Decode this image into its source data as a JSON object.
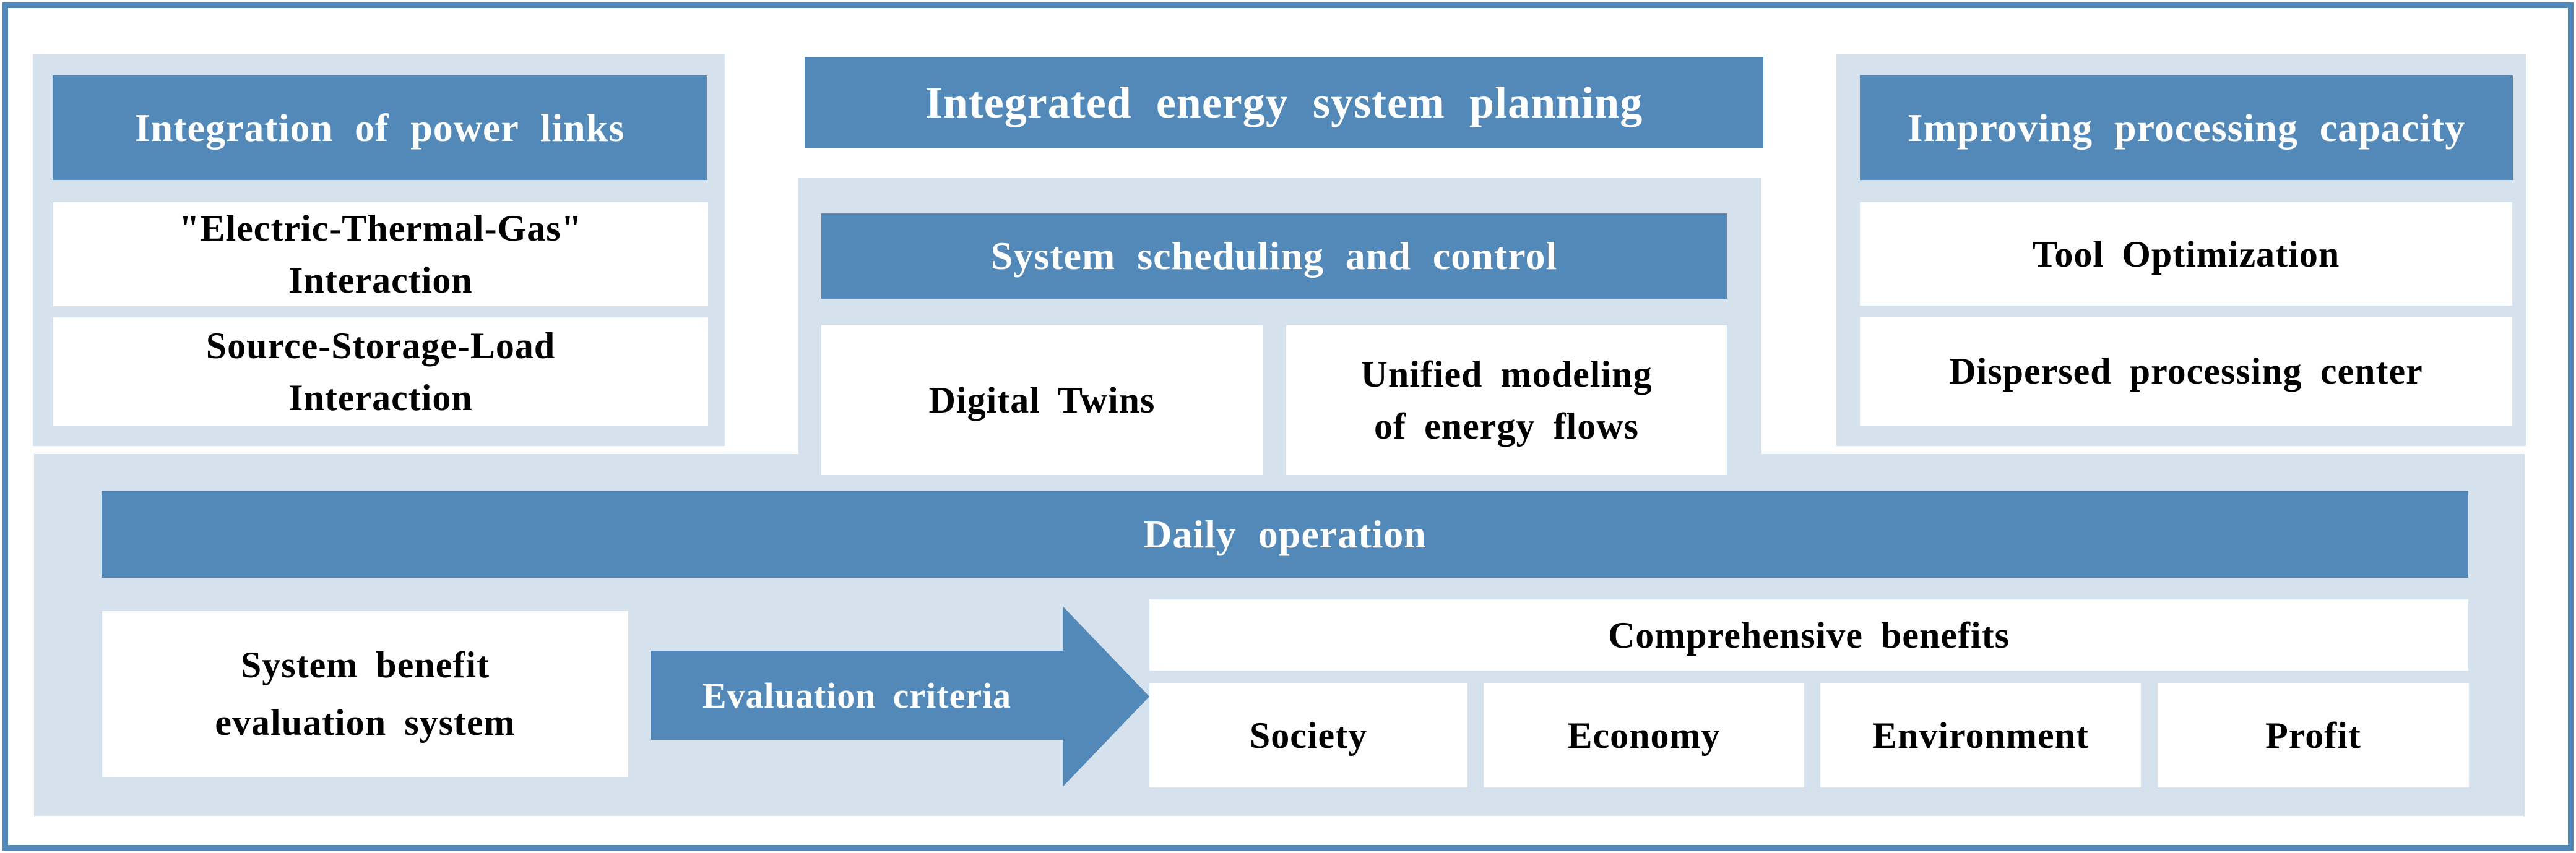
{
  "colors": {
    "accent_blue": "#5389b8",
    "panel_light_blue": "#d5e1ed",
    "header_text": "#ffffff",
    "box_text": "#000000",
    "background": "#ffffff"
  },
  "top_left": {
    "header": "Integration of power links",
    "box1": "\"Electric-Thermal-Gas\"\nInteraction",
    "box2": "Source-Storage-Load\nInteraction"
  },
  "top_center": {
    "floating_header": "Integrated energy system planning",
    "header": "System scheduling and control",
    "box1": "Digital Twins",
    "box2": "Unified modeling\nof energy flows"
  },
  "top_right": {
    "header": "Improving processing capacity",
    "box1": "Tool Optimization",
    "box2": "Dispersed processing center"
  },
  "bottom": {
    "header": "Daily operation",
    "left_box": "System benefit\nevaluation system",
    "arrow_label": "Evaluation criteria",
    "benefits_header": "Comprehensive benefits",
    "benefits": [
      "Society",
      "Economy",
      "Environment",
      "Profit"
    ]
  }
}
